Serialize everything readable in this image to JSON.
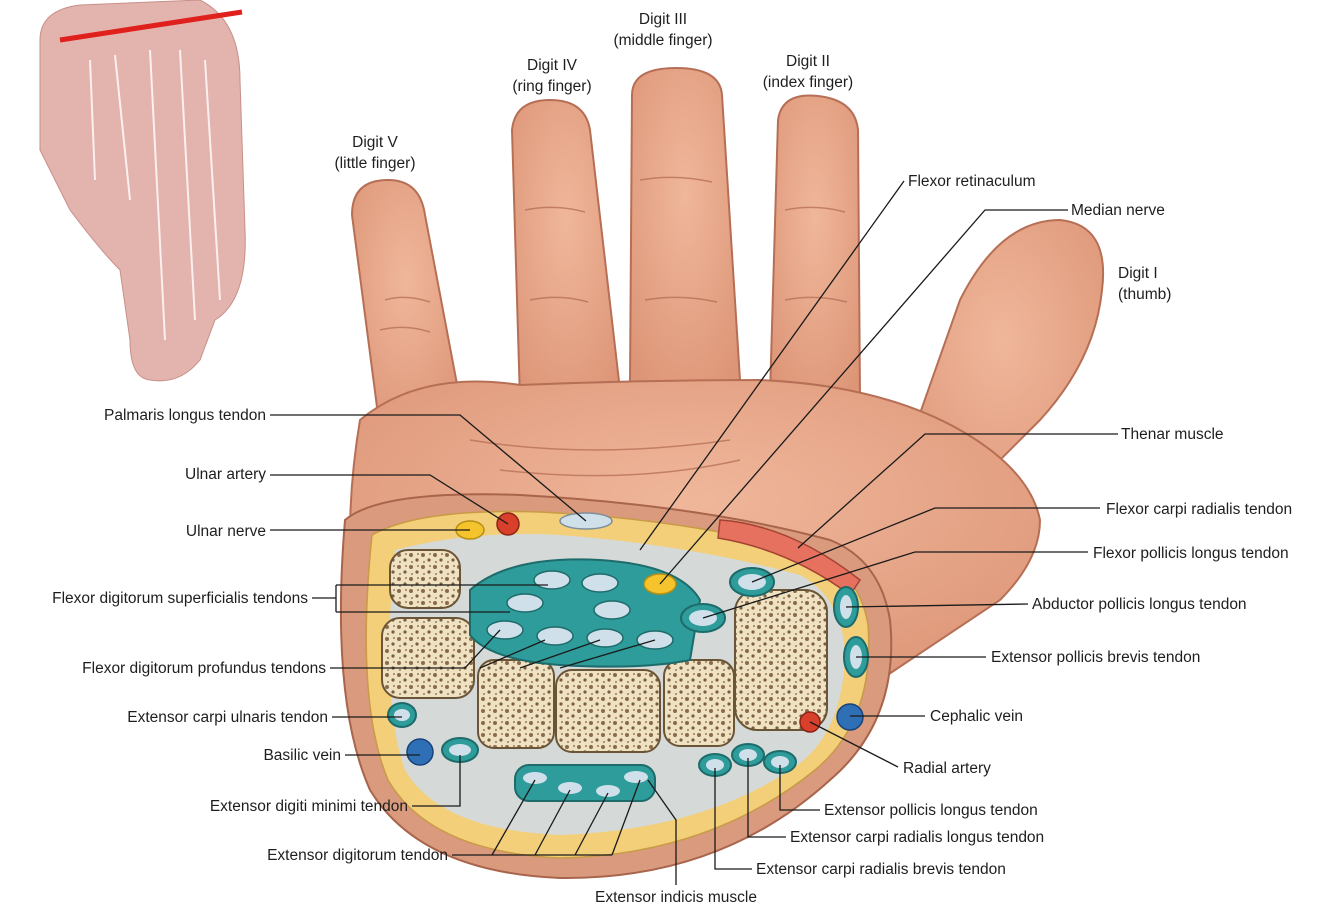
{
  "labels": {
    "digit_v": [
      "Digit V",
      "(little finger)"
    ],
    "digit_iv": [
      "Digit IV",
      "(ring finger)"
    ],
    "digit_iii": [
      "Digit III",
      "(middle finger)"
    ],
    "digit_ii": [
      "Digit II",
      "(index finger)"
    ],
    "digit_i": [
      "Digit I",
      "(thumb)"
    ],
    "flexor_retinaculum": "Flexor retinaculum",
    "median_nerve": "Median nerve",
    "palmaris_longus": "Palmaris longus tendon",
    "thenar_muscle": "Thenar muscle",
    "ulnar_artery": "Ulnar artery",
    "flexor_carpi_radialis": "Flexor carpi radialis tendon",
    "ulnar_nerve": "Ulnar nerve",
    "flexor_pollicis_longus": "Flexor pollicis longus tendon",
    "fds": "Flexor digitorum superficialis tendons",
    "abductor_pollicis_longus": "Abductor pollicis longus tendon",
    "fdp": "Flexor digitorum profundus tendons",
    "extensor_pollicis_brevis": "Extensor pollicis brevis tendon",
    "extensor_carpi_ulnaris": "Extensor carpi ulnaris tendon",
    "cephalic_vein": "Cephalic vein",
    "basilic_vein": "Basilic vein",
    "radial_artery": "Radial artery",
    "extensor_digiti_minimi": "Extensor digiti minimi tendon",
    "extensor_pollicis_longus": "Extensor pollicis longus tendon",
    "extensor_carpi_radialis_longus": "Extensor carpi radialis longus tendon",
    "extensor_digitorum": "Extensor digitorum tendon",
    "extensor_carpi_radialis_brevis": "Extensor carpi radialis brevis tendon",
    "extensor_indicis": "Extensor indicis muscle"
  },
  "colors": {
    "skin": "#e9a98c",
    "skin_shade": "#d88d70",
    "fat": "#f3cf7a",
    "bone": "#f3ead0",
    "tendon_sheath": "#2e9c9a",
    "tendon": "#cfe0ea",
    "artery": "#d8402c",
    "vein": "#2f6fb5",
    "nerve": "#f5c42c",
    "cut_line": "#e0201c"
  }
}
